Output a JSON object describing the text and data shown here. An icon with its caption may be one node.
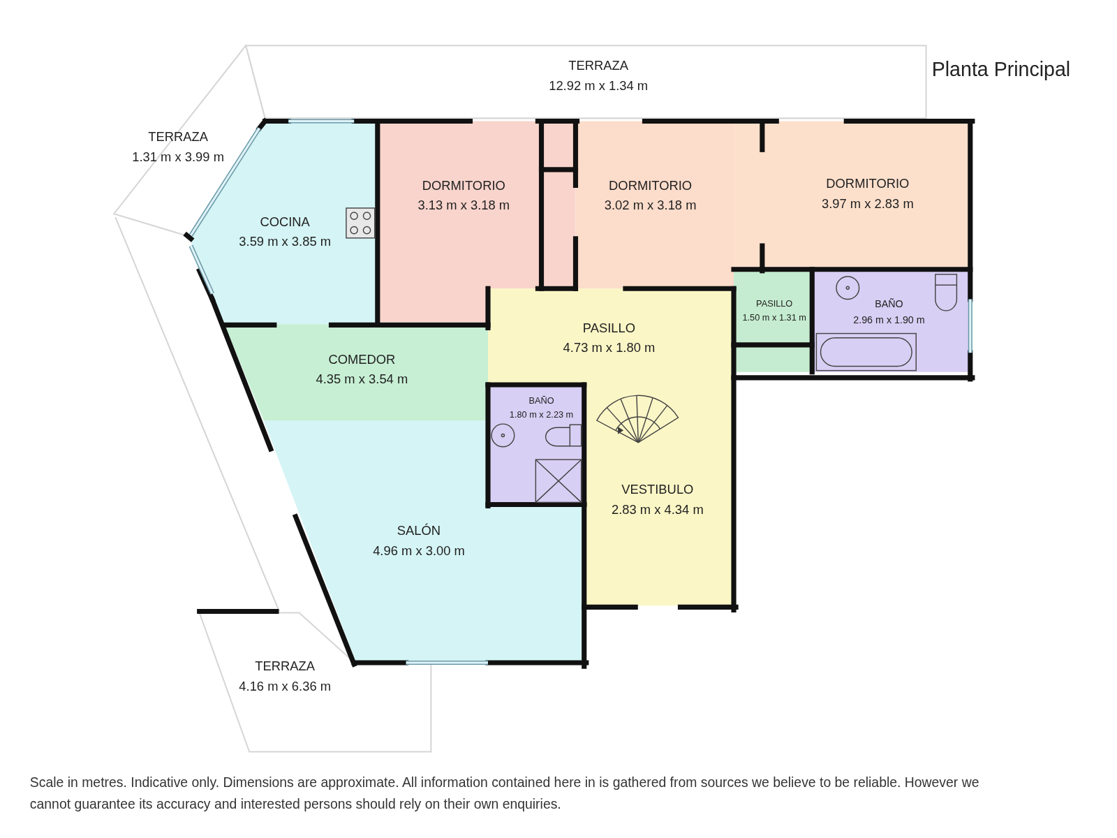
{
  "diagram": {
    "title": "Planta Principal",
    "caption": "Scale in metres. Indicative only.  Dimensions are approximate. All information contained here in is gathered from sources we believe to be reliable. However we cannot guarantee its accuracy and interested persons should rely on their own enquiries.",
    "nodes": [
      {
        "text": [
          "TERRAZA",
          "12.92 m x 1.34 m"
        ]
      },
      {
        "text": [
          "TERRAZA",
          "1.31 m x 3.99 m"
        ]
      },
      {
        "text": [
          "COCINA",
          "3.59 m x 3.85 m"
        ]
      },
      {
        "text": [
          "DORMITORIO",
          "3.13 m x 3.18 m"
        ]
      },
      {
        "text": [
          "DORMITORIO",
          "3.02 m x 3.18 m"
        ]
      },
      {
        "text": [
          "DORMITORIO",
          "3.97 m x 2.83 m"
        ]
      },
      {
        "text": [
          "PASILLO",
          "1.50 m x 1.31 m"
        ]
      },
      {
        "text": [
          "BAÑO",
          "2.96 m x 1.90 m"
        ]
      },
      {
        "text": [
          "PASILLO",
          "4.73 m x 1.80 m"
        ]
      },
      {
        "text": [
          "COMEDOR",
          "4.35 m x 3.54 m"
        ]
      },
      {
        "text": [
          "BAÑO",
          "1.80 m x 2.23 m"
        ]
      },
      {
        "text": [
          "VESTIBULO",
          "2.83 m x 4.34 m"
        ]
      },
      {
        "text": [
          "SALÓN",
          "4.96 m x 3.00 m"
        ]
      },
      {
        "text": [
          "TERRAZA",
          "4.16 m x 6.36 m"
        ]
      }
    ]
  }
}
